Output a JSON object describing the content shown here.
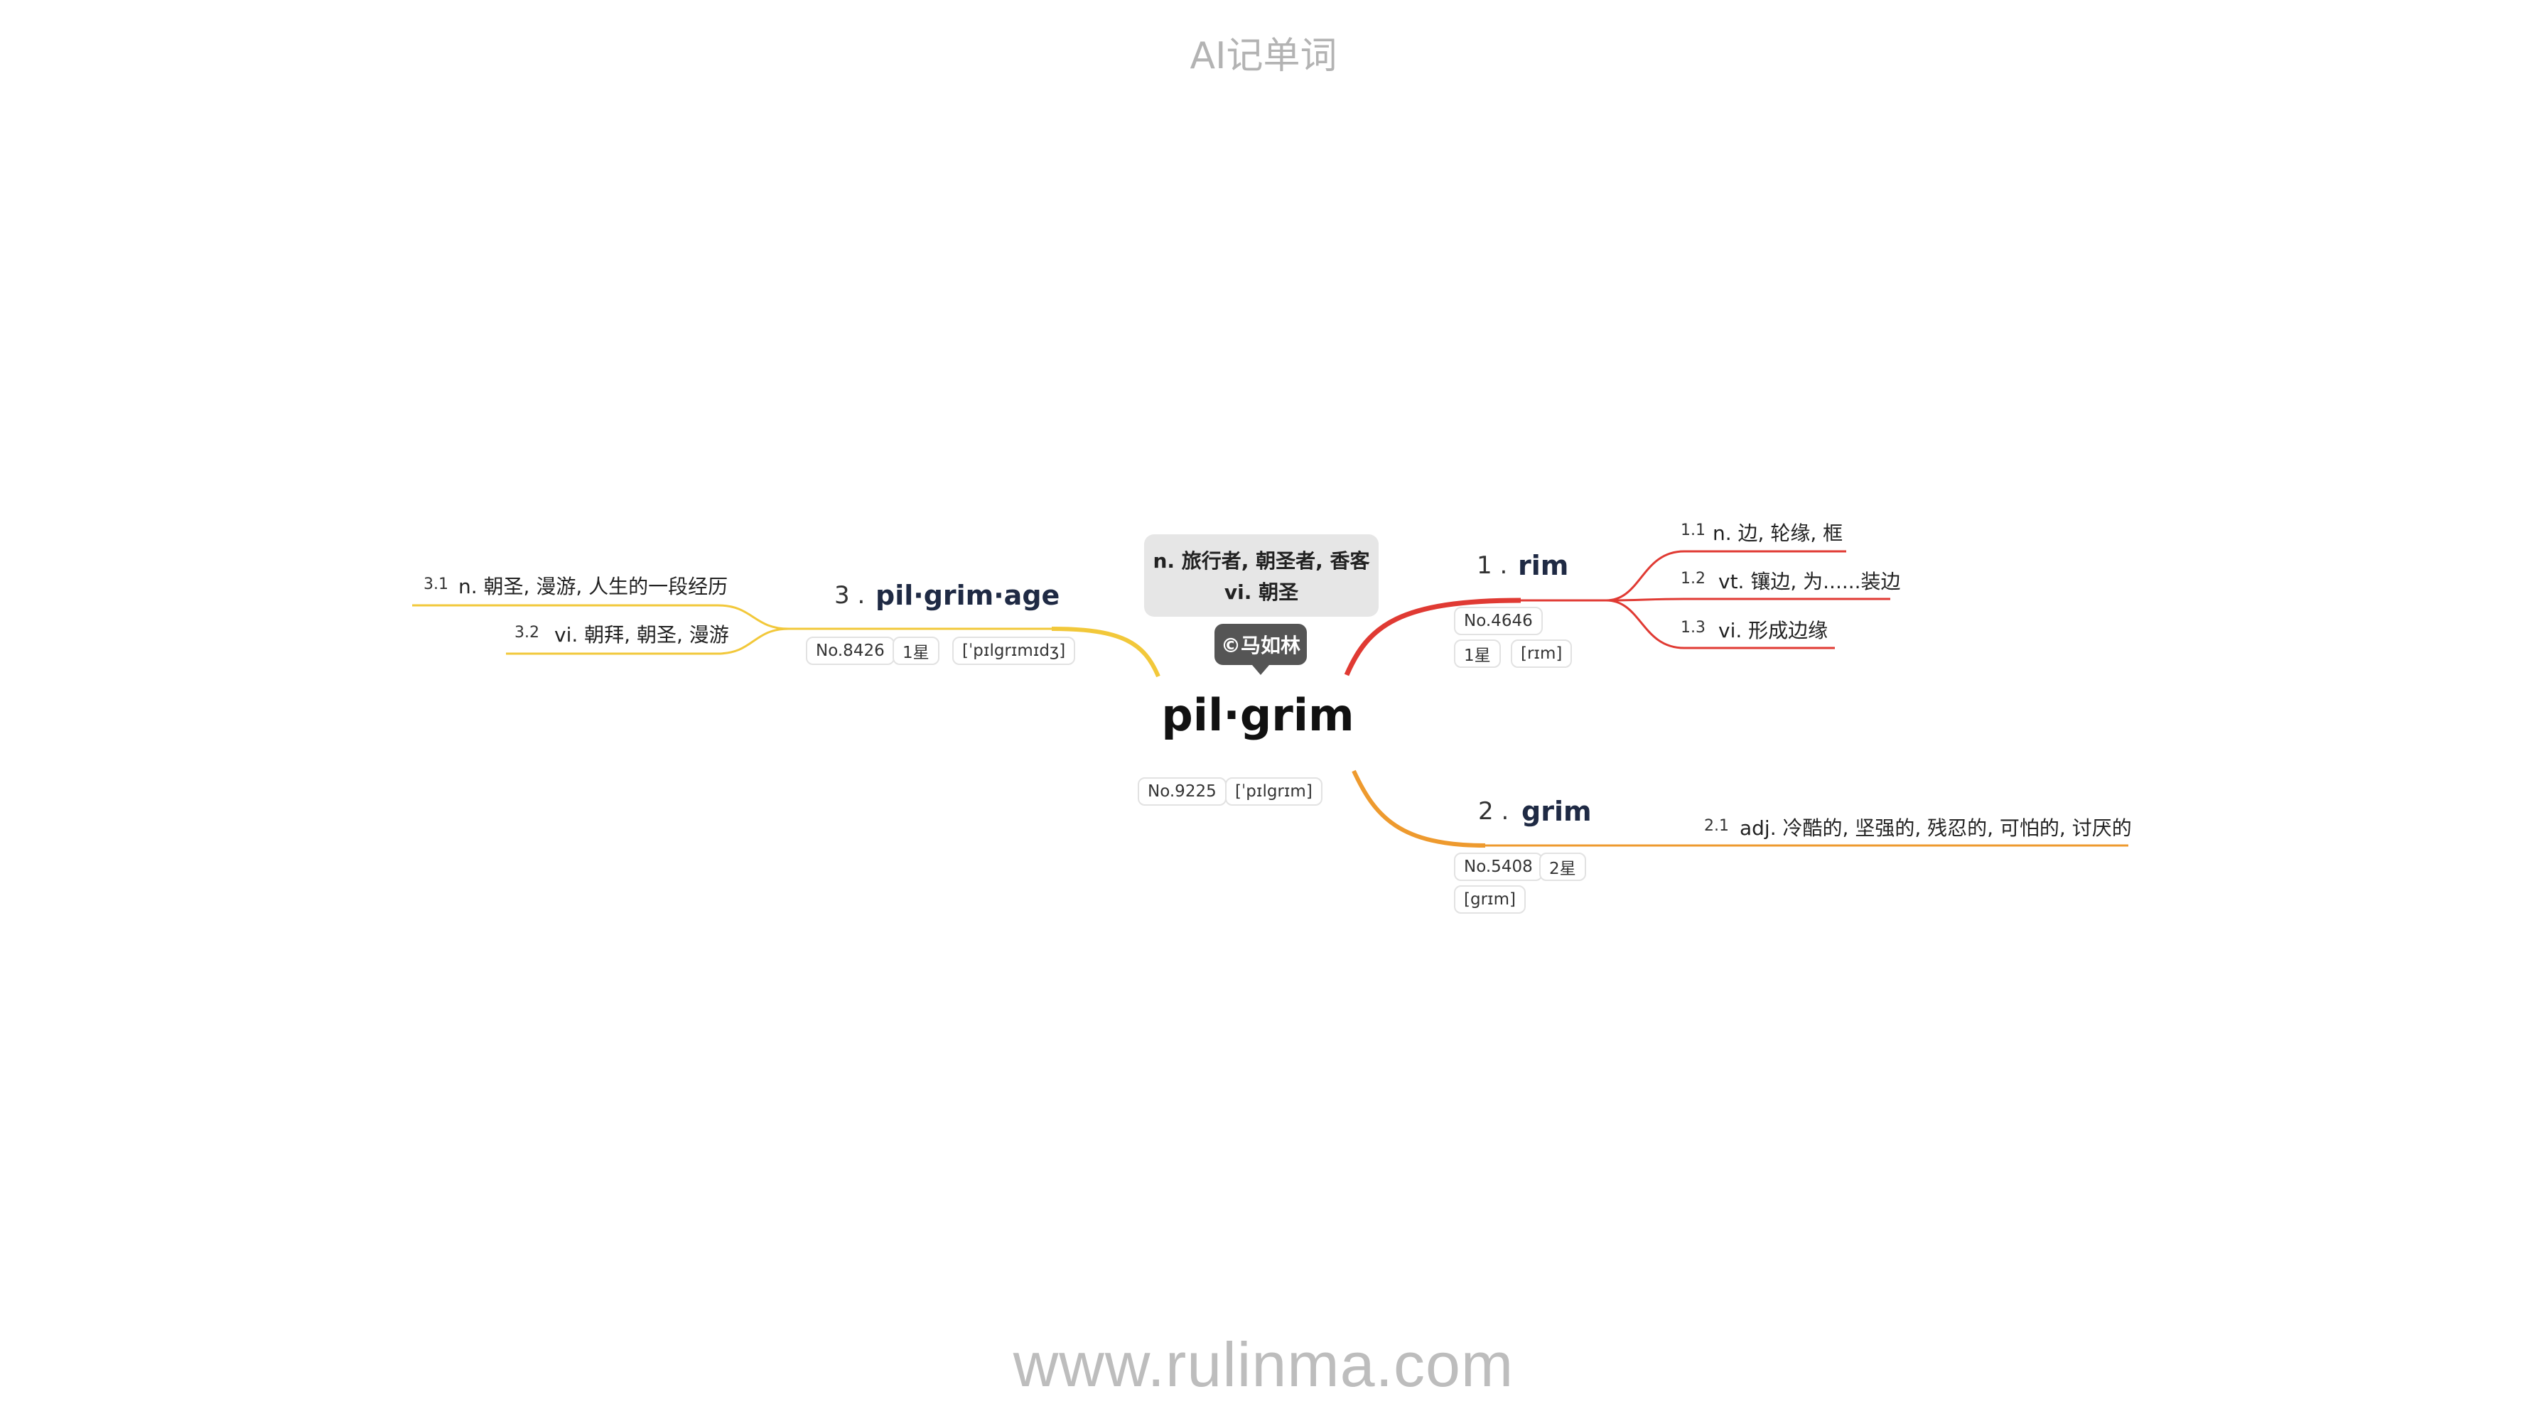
{
  "header": {
    "title": "AI记单词"
  },
  "footer": {
    "url": "www.rulinma.com"
  },
  "root": {
    "word": "pil·grim",
    "meaning_line1": "n. 旅行者, 朝圣者, 香客",
    "meaning_line2": "vi. 朝圣",
    "copyright": "©马如林",
    "number": "No.9225",
    "phonetic": "[ˈpɪlgrɪm]"
  },
  "branches": [
    {
      "num": "1 .",
      "word": "rim",
      "number": "No.4646",
      "stars": "1星",
      "phonetic": "[rɪm]",
      "color": "#e03a33",
      "leaves": [
        {
          "num": "1.1",
          "text": "n. 边, 轮缘, 框"
        },
        {
          "num": "1.2",
          "text": "vt. 镶边, 为......装边"
        },
        {
          "num": "1.3",
          "text": "vi. 形成边缘"
        }
      ]
    },
    {
      "num": "2 .",
      "word": "grim",
      "number": "No.5408",
      "stars": "2星",
      "phonetic": "[grɪm]",
      "color": "#ee9a2e",
      "leaves": [
        {
          "num": "2.1",
          "text": "adj. 冷酷的, 坚强的, 残忍的, 可怕的, 讨厌的"
        }
      ]
    },
    {
      "num": "3 .",
      "word": "pil·grim·age",
      "number": "No.8426",
      "stars": "1星",
      "phonetic": "[ˈpɪlgrɪmɪdʒ]",
      "color": "#f2c83a",
      "leaves": [
        {
          "num": "3.1",
          "text": "n. 朝圣, 漫游, 人生的一段经历"
        },
        {
          "num": "3.2",
          "text": "vi. 朝拜, 朝圣, 漫游"
        }
      ]
    }
  ]
}
